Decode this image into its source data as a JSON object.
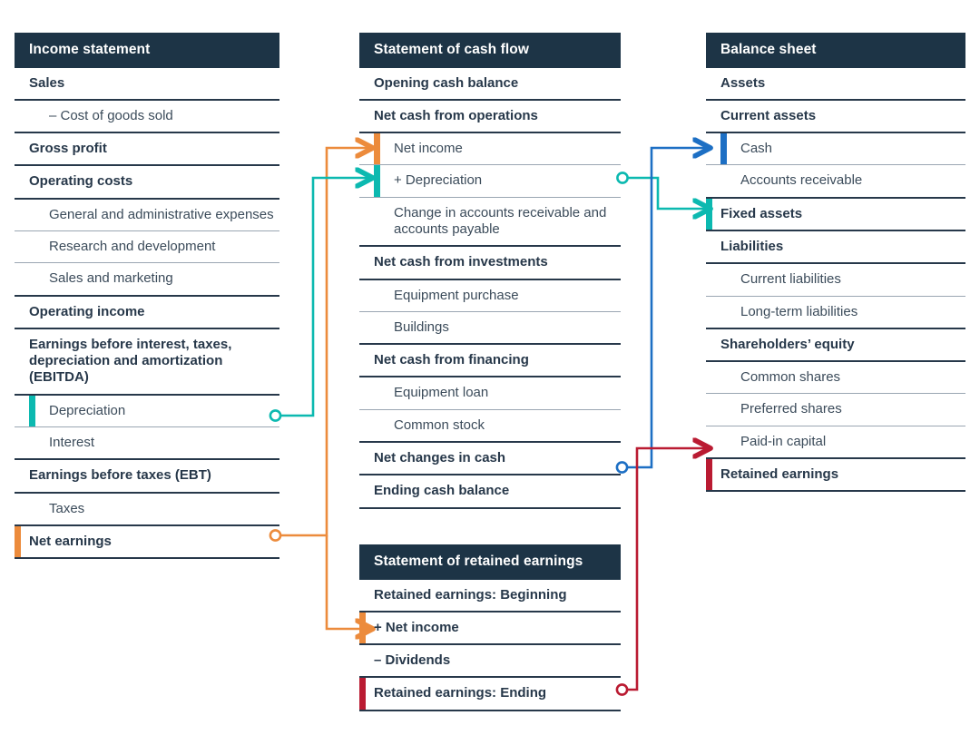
{
  "diagram": {
    "title": "Three financial statements linkage diagram",
    "colors": {
      "header_bg": "#1d3446",
      "text": "#27384a",
      "orange": "#ec8b3c",
      "teal": "#0cb9b0",
      "blue": "#1d6fc4",
      "red": "#ba1b32",
      "rule_dark": "#27384a",
      "rule_light": "#9aa6b2",
      "background": "#ffffff"
    }
  },
  "income_statement": {
    "title": "Income statement",
    "rows": [
      {
        "label": "Sales",
        "level": "major",
        "accent": null
      },
      {
        "label": "– Cost of goods sold",
        "level": "sub",
        "rule": "thick",
        "accent": null
      },
      {
        "label": "Gross profit",
        "level": "major",
        "accent": null
      },
      {
        "label": "Operating costs",
        "level": "major",
        "accent": null
      },
      {
        "label": "General and administrative expenses",
        "level": "sub",
        "rule": "thin",
        "accent": null
      },
      {
        "label": "Research and development",
        "level": "sub",
        "rule": "thin",
        "accent": null
      },
      {
        "label": "Sales and marketing",
        "level": "sub",
        "rule": "thick",
        "accent": null
      },
      {
        "label": "Operating income",
        "level": "major",
        "accent": null
      },
      {
        "label": "Earnings before interest, taxes, depreciation and amortization (EBITDA)",
        "level": "major",
        "accent": null
      },
      {
        "label": "Depreciation",
        "level": "sub",
        "rule": "thin",
        "accent": "teal"
      },
      {
        "label": "Interest",
        "level": "sub",
        "rule": "thick",
        "accent": null
      },
      {
        "label": "Earnings before taxes (EBT)",
        "level": "major",
        "accent": null
      },
      {
        "label": "Taxes",
        "level": "sub",
        "rule": "thick",
        "accent": null
      },
      {
        "label": "Net earnings",
        "level": "major",
        "accent": "orange"
      }
    ]
  },
  "cash_flow_statement": {
    "title": "Statement of cash flow",
    "rows": [
      {
        "label": "Opening cash balance",
        "level": "major",
        "accent": null
      },
      {
        "label": "Net cash from operations",
        "level": "major",
        "accent": null
      },
      {
        "label": "Net income",
        "level": "sub",
        "rule": "thin",
        "accent": "orange"
      },
      {
        "label": "+ Depreciation",
        "level": "sub",
        "rule": "thin",
        "accent": "teal"
      },
      {
        "label": "Change in accounts receivable and accounts payable",
        "level": "sub",
        "rule": "thick",
        "accent": null
      },
      {
        "label": "Net cash from investments",
        "level": "major",
        "accent": null
      },
      {
        "label": "Equipment purchase",
        "level": "sub",
        "rule": "thin",
        "accent": null
      },
      {
        "label": "Buildings",
        "level": "sub",
        "rule": "thick",
        "accent": null
      },
      {
        "label": "Net cash from financing",
        "level": "major",
        "accent": null
      },
      {
        "label": "Equipment loan",
        "level": "sub",
        "rule": "thin",
        "accent": null
      },
      {
        "label": "Common stock",
        "level": "sub",
        "rule": "thick",
        "accent": null
      },
      {
        "label": "Net changes in cash",
        "level": "major",
        "accent": null
      },
      {
        "label": "Ending cash balance",
        "level": "major",
        "accent": null
      }
    ]
  },
  "retained_earnings_statement": {
    "title": "Statement of retained earnings",
    "rows": [
      {
        "label": "Retained earnings: Beginning",
        "level": "major",
        "accent": null
      },
      {
        "label": "+ Net income",
        "level": "major",
        "accent": "orange"
      },
      {
        "label": "– Dividends",
        "level": "major",
        "accent": null
      },
      {
        "label": "Retained earnings: Ending",
        "level": "major",
        "accent": "red"
      }
    ]
  },
  "balance_sheet": {
    "title": "Balance sheet",
    "rows": [
      {
        "label": "Assets",
        "level": "major",
        "accent": null
      },
      {
        "label": "Current assets",
        "level": "major",
        "accent": null
      },
      {
        "label": "Cash",
        "level": "sub",
        "rule": "thin",
        "accent": "blue"
      },
      {
        "label": "Accounts receivable",
        "level": "sub",
        "rule": "thick",
        "accent": null
      },
      {
        "label": "Fixed assets",
        "level": "major",
        "accent": "teal"
      },
      {
        "label": "Liabilities",
        "level": "major",
        "accent": null
      },
      {
        "label": "Current liabilities",
        "level": "sub",
        "rule": "thin",
        "accent": null
      },
      {
        "label": "Long-term liabilities",
        "level": "sub",
        "rule": "thick",
        "accent": null
      },
      {
        "label": "Shareholders’ equity",
        "level": "major",
        "accent": null
      },
      {
        "label": "Common shares",
        "level": "sub",
        "rule": "thin",
        "accent": null
      },
      {
        "label": "Preferred shares",
        "level": "sub",
        "rule": "thin",
        "accent": null
      },
      {
        "label": "Paid-in capital",
        "level": "sub",
        "rule": "thick",
        "accent": null
      },
      {
        "label": "Retained earnings",
        "level": "major",
        "accent": "red"
      }
    ]
  },
  "connectors": [
    {
      "name": "net-earnings-to-net-income",
      "color": "#ec8b3c",
      "from": "Net earnings",
      "to": "Net income"
    },
    {
      "name": "net-earnings-to-retained-net-income",
      "color": "#ec8b3c",
      "from": "Net earnings",
      "to": "+ Net income"
    },
    {
      "name": "depreciation-to-plus-depreciation",
      "color": "#0cb9b0",
      "from": "Depreciation",
      "to": "+ Depreciation"
    },
    {
      "name": "plus-depreciation-to-fixed-assets",
      "color": "#0cb9b0",
      "from": "+ Depreciation",
      "to": "Fixed assets"
    },
    {
      "name": "ending-cash-to-cash",
      "color": "#1d6fc4",
      "from": "Ending cash balance",
      "to": "Cash"
    },
    {
      "name": "retained-ending-to-retained-earnings",
      "color": "#ba1b32",
      "from": "Retained earnings: Ending",
      "to": "Retained earnings"
    }
  ]
}
